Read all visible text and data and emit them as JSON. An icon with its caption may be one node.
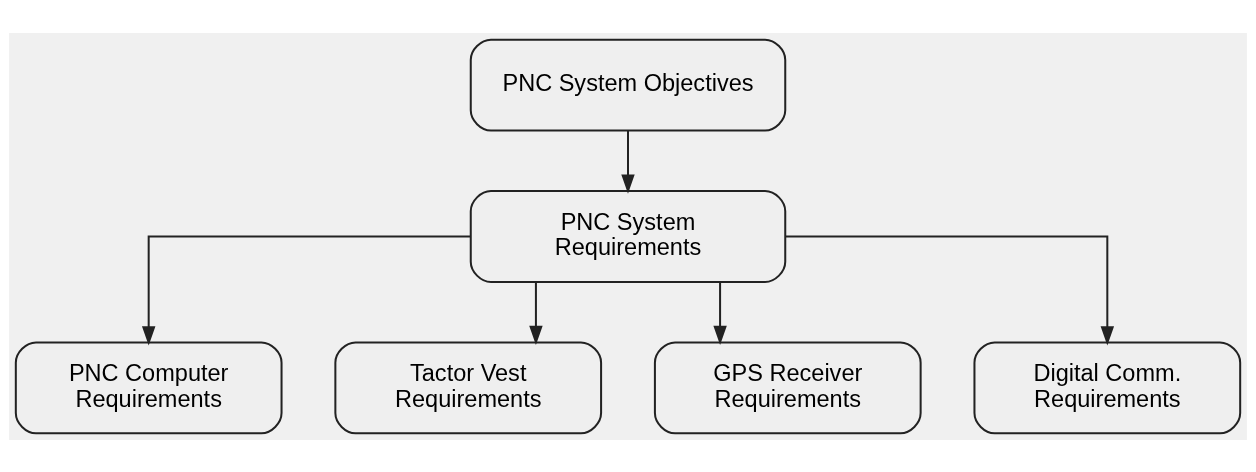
{
  "diagram": {
    "nodes": [
      {
        "text": [
          "PNC System Objectives"
        ]
      },
      {
        "text": [
          "PNC System Requirements"
        ]
      },
      {
        "text": [
          "PNC Computer Requirements"
        ]
      },
      {
        "text": [
          "Tactor Vest Requirements"
        ]
      },
      {
        "text": [
          "GPS Receiver Requirements"
        ]
      },
      {
        "text": [
          "Digital Comm. Requirements"
        ]
      }
    ],
    "edges": [
      {
        "from": 0,
        "to": 1,
        "arrow": "to"
      },
      {
        "from": 1,
        "to": 2,
        "arrow": "to"
      },
      {
        "from": 1,
        "to": 3,
        "arrow": "to"
      },
      {
        "from": 1,
        "to": 4,
        "arrow": "to"
      },
      {
        "from": 1,
        "to": 5,
        "arrow": "to"
      }
    ]
  }
}
